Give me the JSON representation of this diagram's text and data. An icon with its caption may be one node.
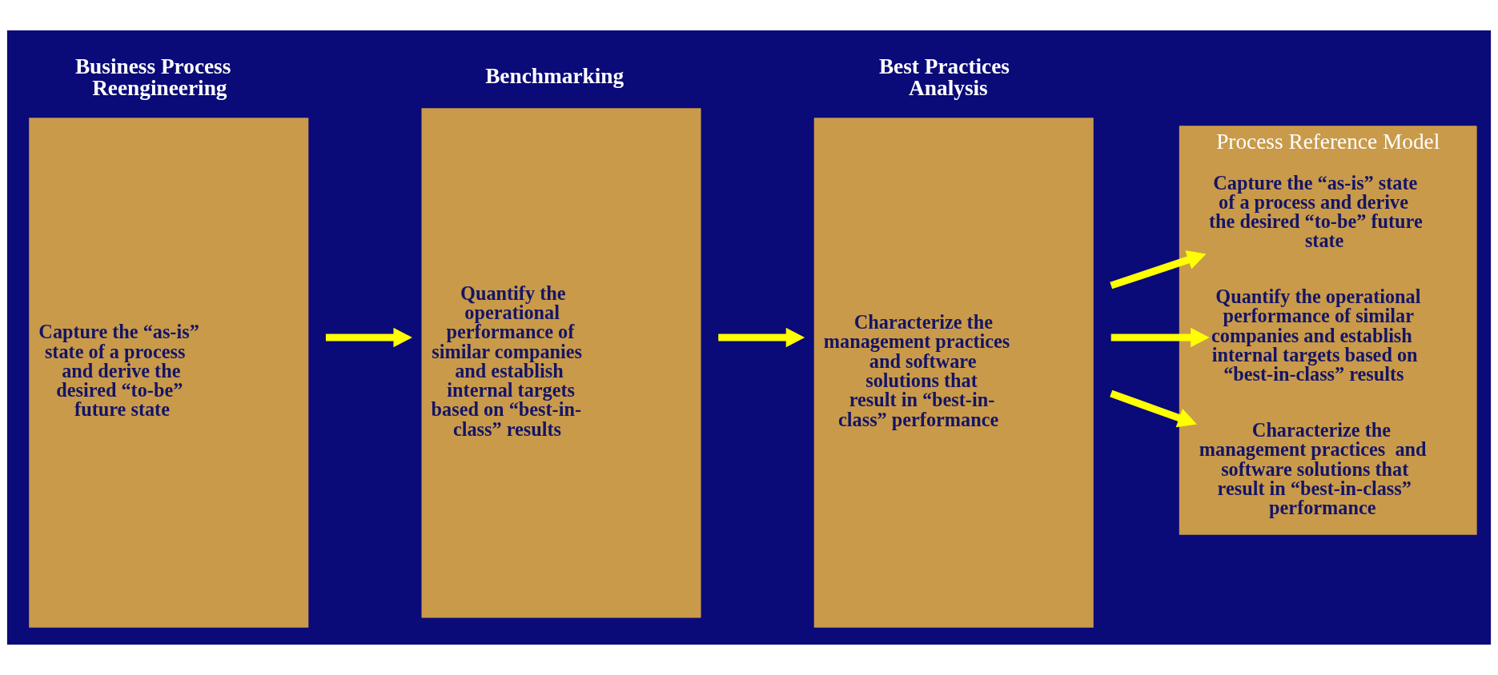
{
  "diagram": {
    "nodes": [
      {
        "text": [
          "Business Process Reengineering",
          "Capture the “as-is” state of a process and derive the desired “to-be” future state"
        ]
      },
      {
        "text": [
          "Benchmarking",
          "Quantify the operational performance of similar companies and establish internal targets based on “best-in-class” results"
        ]
      },
      {
        "text": [
          "Best Practices Analysis",
          "Characterize the management practices  and software solutions that result in “best-in-class” performance"
        ]
      },
      {
        "text": [
          "Process Reference Model"
        ]
      },
      {
        "text": [
          "Capture the “as-is” state of a process and derive the desired “to-be” future state"
        ],
        "in": 3
      },
      {
        "text": [
          "Quantify the operational performance of similar companies and establish internal targets based on “best-in-class” results"
        ],
        "in": 3
      },
      {
        "text": [
          "Characterize the management practices  and software solutions that result in “best-in-class” performance"
        ],
        "in": 3
      }
    ],
    "edges": [
      {
        "from": 0,
        "to": 1,
        "arrow": "to"
      },
      {
        "from": 1,
        "to": 2,
        "arrow": "to"
      },
      {
        "from": 2,
        "to": 4,
        "arrow": "to"
      },
      {
        "from": 2,
        "to": 5,
        "arrow": "to"
      },
      {
        "from": 2,
        "to": 6,
        "arrow": "to"
      }
    ]
  }
}
